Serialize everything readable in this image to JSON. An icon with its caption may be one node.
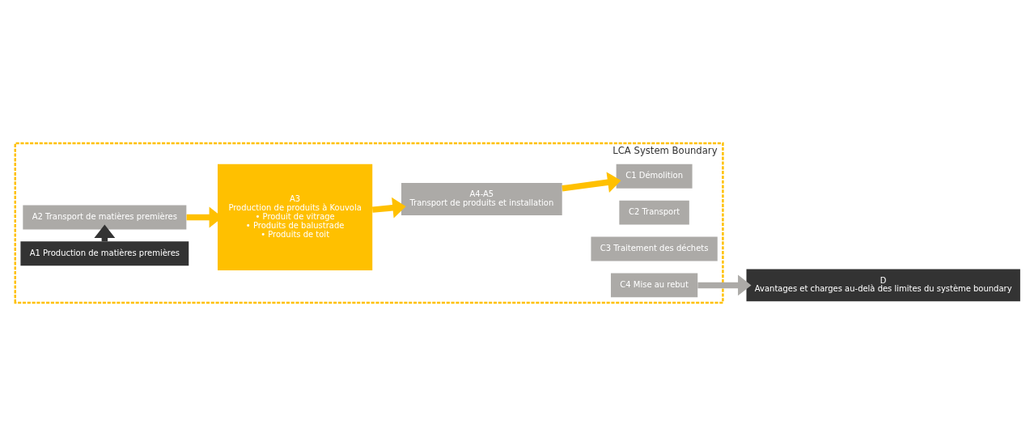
{
  "diagram": {
    "nodes": [
      {
        "text": [
          "LCA System Boundary"
        ]
      },
      {
        "text": [
          "A1 Production de matières premières"
        ],
        "in": 0
      },
      {
        "text": [
          "A2 Transport de matières premières"
        ],
        "in": 0
      },
      {
        "text": [
          "A3",
          "Production de produits à Kouvola",
          "• Produit de vitrage",
          "• Produits de balustrade",
          "• Produits de toit"
        ],
        "in": 0
      },
      {
        "text": [
          "A4-A5",
          "Transport de produits et installation"
        ],
        "in": 0
      },
      {
        "text": [
          "C1 Démolition"
        ],
        "in": 0
      },
      {
        "text": [
          "C2 Transport"
        ],
        "in": 0
      },
      {
        "text": [
          "C3 Traitement des déchets"
        ],
        "in": 0
      },
      {
        "text": [
          "C4 Mise au rebut"
        ],
        "in": 0
      },
      {
        "text": [
          "D",
          "Avantages et charges au-delà des limites du système boundary"
        ]
      }
    ],
    "edges": [
      {
        "from": 1,
        "to": 2,
        "arrow": "to",
        "color": "#333333"
      },
      {
        "from": 2,
        "to": 3,
        "arrow": "to"
      },
      {
        "from": 3,
        "to": 4,
        "arrow": "to"
      },
      {
        "from": 4,
        "to": 5,
        "arrow": "to"
      },
      {
        "from": 8,
        "to": 9,
        "arrow": "to",
        "color": "#acaaa7"
      }
    ]
  }
}
